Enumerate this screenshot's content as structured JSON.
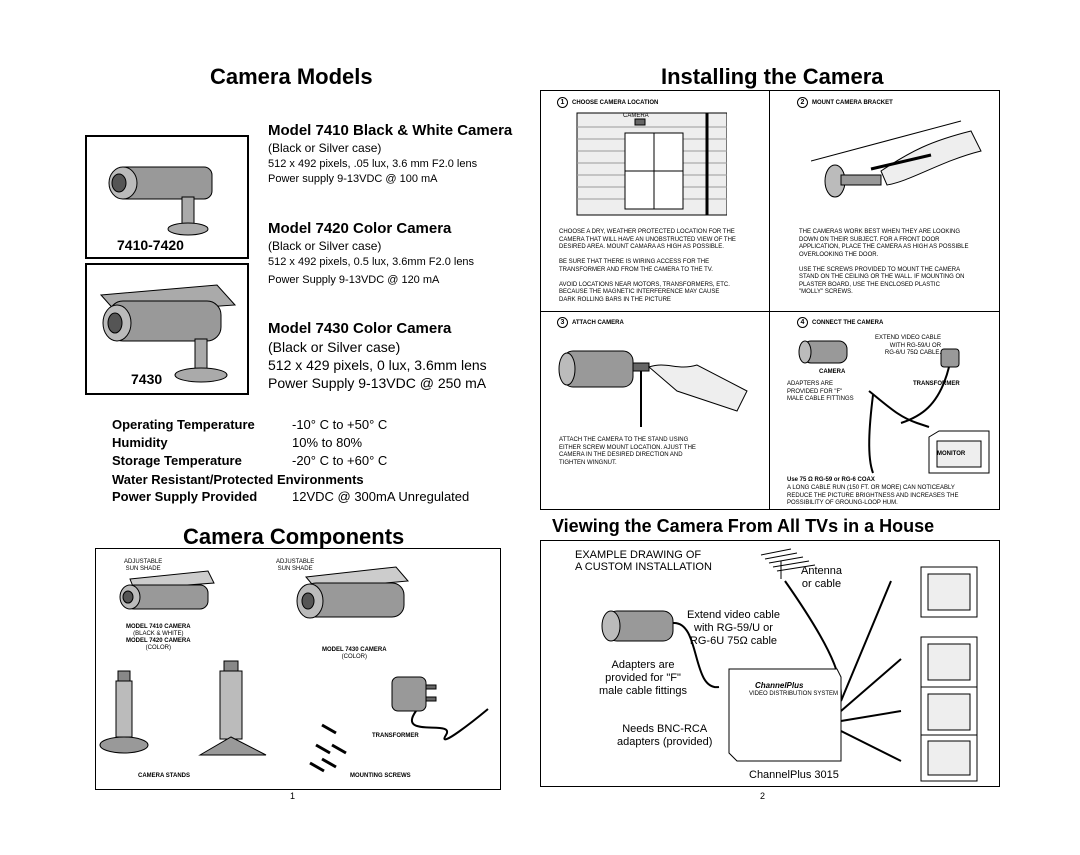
{
  "left": {
    "title": "Camera Models",
    "badge_7410": "7410-7420",
    "badge_7430": "7430",
    "model_7410": {
      "heading": "Model 7410 Black & White Camera",
      "case": "(Black or Silver case)",
      "specs": "512 x 492 pixels, .05 lux, 3.6 mm F2.0 lens",
      "power": "Power supply 9-13VDC @ 100 mA"
    },
    "model_7420": {
      "heading": "Model 7420 Color Camera",
      "case": "(Black or Silver case)",
      "specs": "512 x 492 pixels, 0.5 lux, 3.6mm F2.0 lens",
      "power": "Power Supply 9-13VDC @ 120 mA"
    },
    "model_7430": {
      "heading": "Model 7430 Color Camera",
      "case": "(Black or Silver case)",
      "specs": "512 x 429 pixels, 0 lux, 3.6mm lens",
      "power": "Power Supply 9-13VDC @ 250 mA"
    },
    "specs": {
      "op_temp_label": "Operating Temperature",
      "op_temp_value": "-10° C to +50° C",
      "humidity_label": "Humidity",
      "humidity_value": "10% to 80%",
      "storage_label": "Storage Temperature",
      "storage_value": "-20° C to +60° C",
      "water": "Water Resistant/Protected Environments",
      "power_label": "Power Supply Provided",
      "power_value": "12VDC @ 300mA Unregulated"
    },
    "components_title": "Camera Components",
    "components": {
      "adj_shade_1": [
        "ADJUSTABLE",
        "SUN SHADE"
      ],
      "adj_shade_2": [
        "ADJUSTABLE",
        "SUN SHADE"
      ],
      "model_7410_cap": [
        "MODEL 7410 CAMERA",
        "(BLACK & WHITE)",
        "MODEL 7420 CAMERA",
        "(COLOR)"
      ],
      "model_7430_cap": [
        "MODEL 7430 CAMERA",
        "(COLOR)"
      ],
      "transformer": "TRANSFORMER",
      "stands": "CAMERA STANDS",
      "screws": "MOUNTING SCREWS"
    },
    "page_number": "1"
  },
  "right": {
    "title": "Installing the Camera",
    "step1": {
      "num": "1",
      "label": "CHOOSE CAMERA LOCATION",
      "camera_tag": "CAMERA",
      "text": [
        "CHOOSE A DRY, WEATHER PROTECTED LOCATION FOR THE",
        "CAMERA THAT WILL HAVE AN UNOBSTRUCTED VIEW OF THE",
        "DESIRED AREA. MOUNT CAMARA AS HIGH AS POSSIBLE.",
        "",
        "BE SURE THAT THERE IS WIRING ACCESS FOR THE",
        "TRANSFORMER AND FROM THE CAMERA TO THE TV.",
        "",
        "AVOID LOCATIONS NEAR MOTORS, TRANSFORMERS, ETC.",
        "BECAUSE THE MAGNETIC INTERFERENCE MAY CAUSE",
        "DARK ROLLING BARS IN THE PICTURE"
      ]
    },
    "step2": {
      "num": "2",
      "label": "MOUNT CAMERA BRACKET",
      "text": [
        "THE CAMERAS WORK BEST WHEN THEY ARE LOOKING",
        "DOWN ON THEIR SUBJECT. FOR A FRONT DOOR",
        "APPLICATION, PLACE THE  CAMERA AS HIGH AS POSSIBLE",
        "OVERLOOKING THE DOOR.",
        "",
        "USE THE SCREWS PROVIDED TO MOUNT THE CAMERA",
        "STAND ON THE CEILING OR THE WALL. IF MOUNTING ON",
        "PLASTER BOARD, USE THE ENCLOSED PLASTIC",
        "\"MOLLY\" SCREWS."
      ]
    },
    "step3": {
      "num": "3",
      "label": "ATTACH CAMERA",
      "text": [
        "ATTACH THE CAMERA TO THE STAND USING",
        "EITHER SCREW MOUNT LOCATION. AJUST THE",
        "CAMERA IN THE DESIRED DIRECTION AND",
        "TIGHTEN WINGNUT."
      ]
    },
    "step4": {
      "num": "4",
      "label": "CONNECT THE  CAMERA",
      "extend": [
        "EXTEND VIDEO CABLE",
        "WITH RG-59/U OR",
        "RG-6/U 75Ω CABLE."
      ],
      "camera": "CAMERA",
      "transformer": "TRANSFORMER",
      "adapters": [
        "ADAPTERS ARE",
        "PROVIDED FOR \"F\"",
        "MALE CABLE FITTINGS"
      ],
      "monitor": "MONITOR",
      "coax": "Use 75 Ω RG-59 or RG-6 COAX",
      "text": [
        "A LONG CABLE RUN (150 FT. OR MORE) CAN NOTICEABLY",
        "REDUCE THE PICTURE BRIGHTNESS AND INCREASES THE",
        "POSSIBILITY OF GROUNG-LOOP HUM."
      ]
    },
    "viewing_title": "Viewing the Camera From All TVs in a House",
    "viewing": {
      "example": [
        "EXAMPLE DRAWING OF",
        "A CUSTOM INSTALLATION"
      ],
      "antenna": [
        "Antenna",
        "or cable"
      ],
      "extend": [
        "Extend video cable",
        "with RG-59/U or",
        "RG-6U 75Ω cable"
      ],
      "adapters": [
        "Adapters are",
        "provided for \"F\"",
        "male cable fittings"
      ],
      "bnc": [
        "Needs BNC-RCA",
        "adapters (provided)"
      ],
      "brand": "ChannelPlus",
      "vds": "VIDEO DISTRIBUTION SYSTEM",
      "model": "ChannelPlus 3015"
    },
    "page_number": "2"
  }
}
